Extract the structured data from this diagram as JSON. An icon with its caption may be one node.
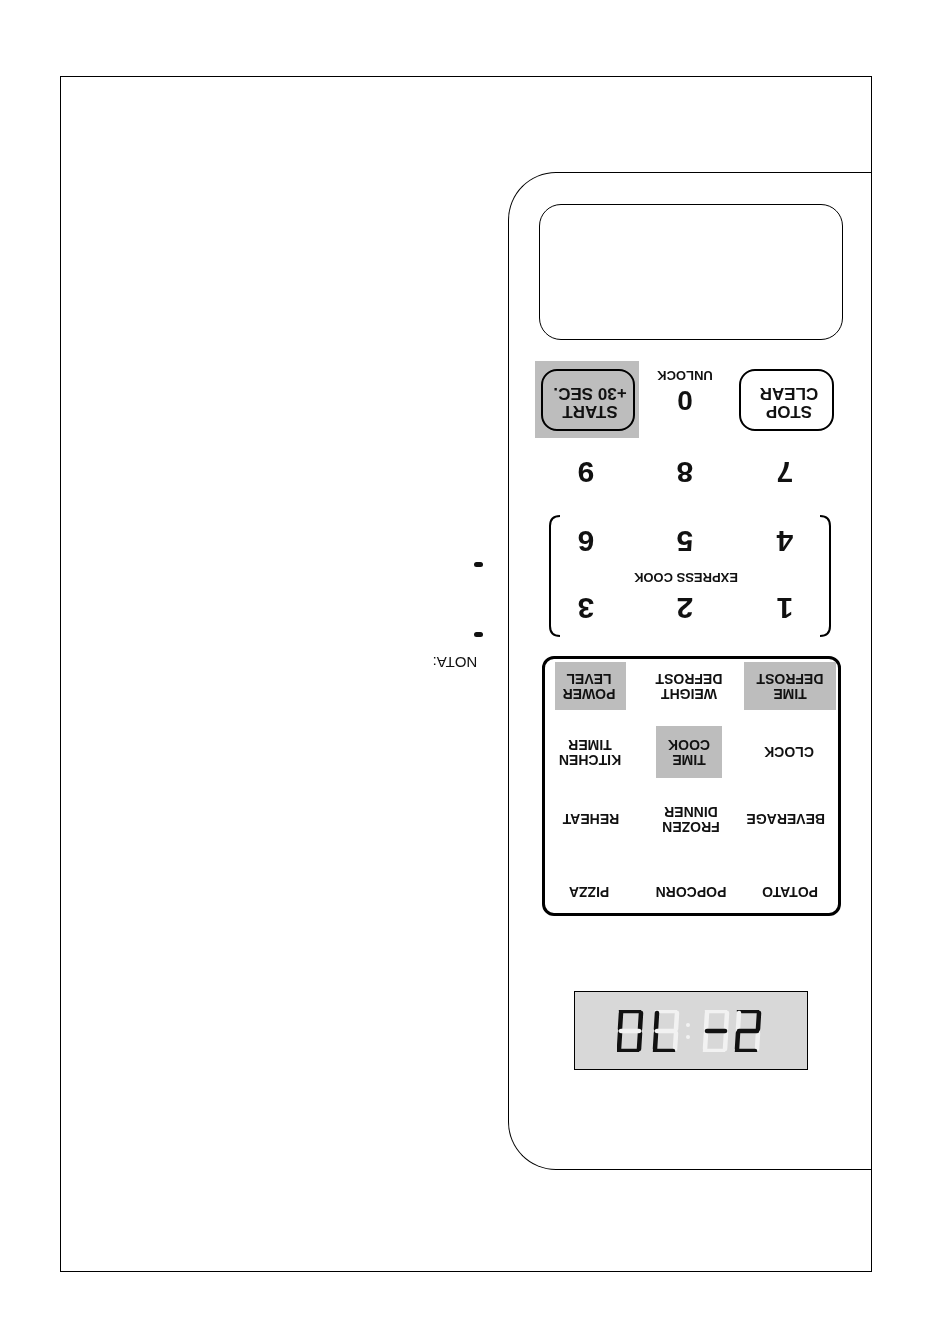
{
  "diagram": {
    "nodes": [
      {
        "text": [],
        "shape": "box"
      },
      {
        "text": [],
        "shape": "box",
        "in": 0
      },
      {
        "text": [
          "START +30 SEC."
        ],
        "in": 0
      },
      {
        "text": [
          "STOP CLEAR"
        ],
        "in": 0
      },
      {
        "text": [],
        "shape": "box",
        "in": 0
      },
      {
        "text": [
          "POWER LEVEL"
        ],
        "in": 4
      },
      {
        "text": [
          "WEIGHT DEFROST"
        ],
        "in": 4
      },
      {
        "text": [
          "TIME DEFROST"
        ],
        "in": 4
      },
      {
        "text": [
          "KITCHEN TIMER"
        ],
        "in": 4
      },
      {
        "text": [
          "TIME COOK"
        ],
        "in": 4
      },
      {
        "text": [
          "CLOCK"
        ],
        "in": 4
      },
      {
        "text": [
          "REHEAT"
        ],
        "in": 4
      },
      {
        "text": [
          "FROZEN DINNER"
        ],
        "in": 4
      },
      {
        "text": [
          "BEVERAGE"
        ],
        "in": 4
      },
      {
        "text": [
          "PIZZA"
        ],
        "in": 4
      },
      {
        "text": [
          "POPCORN"
        ],
        "in": 4
      },
      {
        "text": [
          "POTATO"
        ],
        "in": 4
      },
      {
        "text": [],
        "shape": "box",
        "in": 0
      }
    ],
    "labels": [
      "UNLOCK",
      "0",
      "9",
      "8",
      "7",
      "6",
      "5",
      "4",
      "EXPRESS COOK",
      "3",
      "2",
      "1",
      "NOTA:"
    ]
  }
}
